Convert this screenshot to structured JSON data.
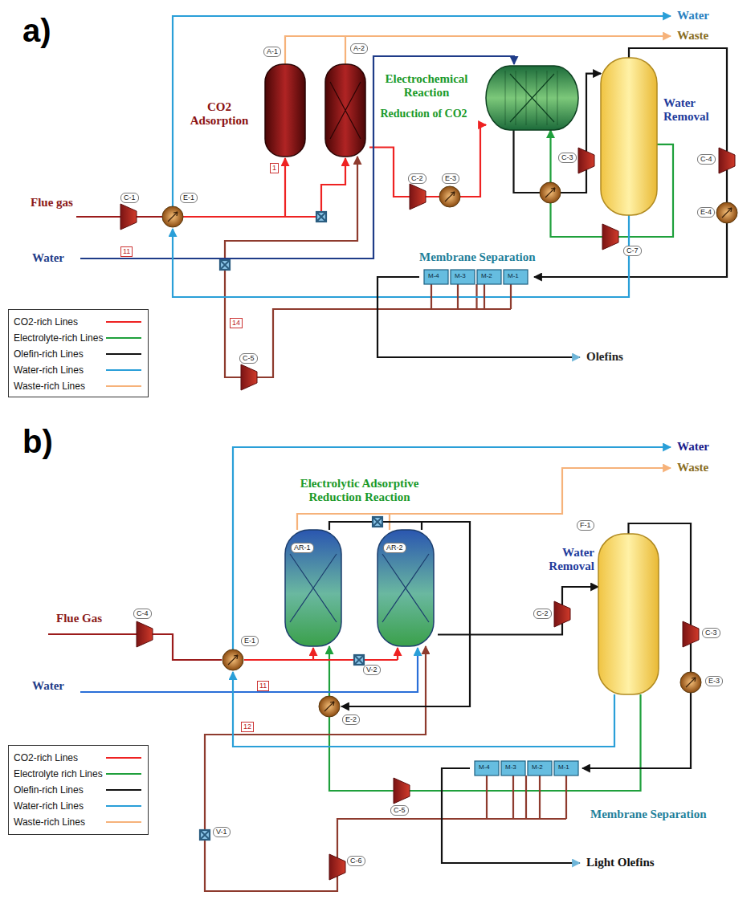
{
  "diagram": {
    "nodes": [
      {
        "text": [
          "CO2 Adsorption"
        ]
      },
      {
        "text": [
          "Electrochemical Reaction",
          "Reduction of CO2"
        ]
      },
      {
        "text": [
          "Water Removal"
        ]
      },
      {
        "text": [
          "Membrane Separation"
        ]
      },
      {
        "text": [
          "Electrolytic Adsorptive Reduction Reaction"
        ]
      },
      {
        "text": [
          "Water Removal"
        ]
      },
      {
        "text": [
          "Membrane Separation"
        ]
      }
    ],
    "edges": [
      {
        "from": 0,
        "to": 1,
        "arrow": "to"
      },
      {
        "from": 1,
        "to": 2,
        "arrow": "to"
      },
      {
        "from": 2,
        "to": 1,
        "arrow": "to"
      },
      {
        "from": 2,
        "to": 3,
        "arrow": "to"
      },
      {
        "from": 3,
        "to": 0,
        "arrow": "to"
      },
      {
        "from": 4,
        "to": 5,
        "arrow": "to"
      },
      {
        "from": 5,
        "to": 4,
        "arrow": "to"
      },
      {
        "from": 5,
        "to": 6,
        "arrow": "to"
      },
      {
        "from": 6,
        "to": 4,
        "arrow": "to"
      }
    ],
    "labels": [
      "a)",
      "Flue gas",
      "Water",
      "Water",
      "Waste",
      "Olefins",
      "C-1",
      "E-1",
      "A-1",
      "A-2",
      "C-2",
      "E-3",
      "C-3",
      "C-7",
      "C-4",
      "E-4",
      "C-5",
      "M-4",
      "M-3",
      "M-2",
      "M-1",
      "1",
      "11",
      "14",
      "b)",
      "Flue Gas",
      "Water",
      "Water",
      "Waste",
      "Light Olefins",
      "C-4",
      "E-1",
      "AR-1",
      "AR-2",
      "V-1",
      "V-2",
      "E-2",
      "C-2",
      "F-1",
      "C-3",
      "E-3",
      "C-5",
      "C-6",
      "M-4",
      "M-3",
      "M-2",
      "M-1",
      "11",
      "12"
    ],
    "legend": [
      {
        "text": "CO2-rich Lines"
      },
      {
        "text": "Electrolyte-rich Lines"
      },
      {
        "text": "Olefin-rich Lines"
      },
      {
        "text": "Water-rich Lines"
      },
      {
        "text": "Waste-rich Lines"
      },
      {
        "text": "CO2-rich Lines"
      },
      {
        "text": "Electrolyte rich Lines"
      },
      {
        "text": "Olefin-rich Lines"
      },
      {
        "text": "Water-rich Lines"
      },
      {
        "text": "Waste-rich Lines"
      }
    ]
  }
}
